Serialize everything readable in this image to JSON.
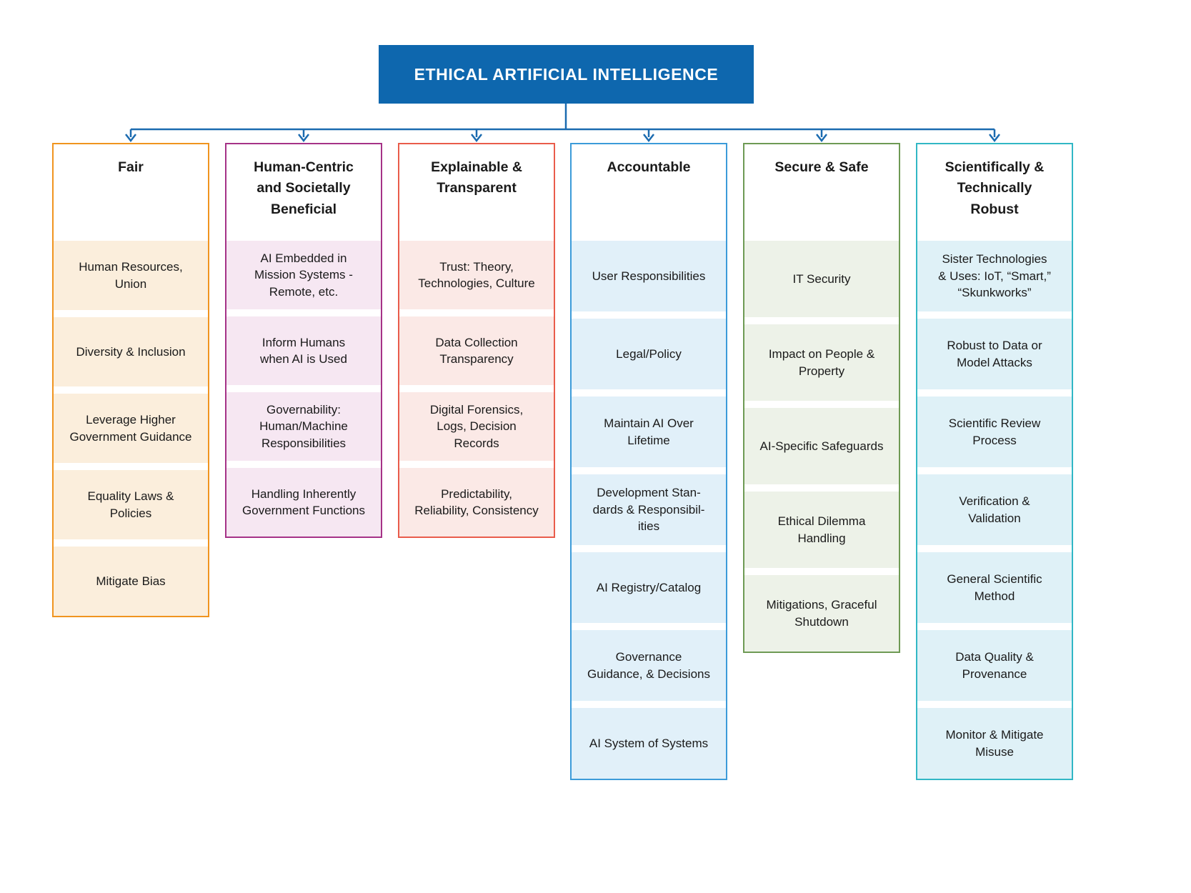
{
  "diagram": {
    "title": "ETHICAL ARTIFICIAL INTELLIGENCE",
    "title_bg": "#0E67AE",
    "connector_color": "#1B6BB0",
    "columns": [
      {
        "header": "Fair",
        "border_color": "#F0941F",
        "fill_color": "#FBEEDC",
        "items": [
          "Human Resources,\nUnion",
          "Diversity & Inclusion",
          "Leverage Higher\nGovernment Guidance",
          "Equality Laws &\nPolicies",
          "Mitigate Bias"
        ]
      },
      {
        "header": "Human-Centric\nand Societally\nBeneficial",
        "border_color": "#A53287",
        "fill_color": "#F6E7F2",
        "items": [
          "AI Embedded in\nMission Systems -\nRemote, etc.",
          "Inform Humans\nwhen AI is Used",
          "Governability:\nHuman/Machine\nResponsibilities",
          "Handling Inherently\nGovernment Functions"
        ]
      },
      {
        "header": "Explainable &\nTransparent",
        "border_color": "#E95C4B",
        "fill_color": "#FBE9E6",
        "items": [
          "Trust: Theory,\nTechnologies, Culture",
          "Data Collection\nTransparency",
          "Digital Forensics,\nLogs, Decision\nRecords",
          "Predictability,\nReliability, Consistency"
        ]
      },
      {
        "header": "Accountable",
        "border_color": "#3C9BD9",
        "fill_color": "#E1F0F9",
        "items": [
          "User Responsibilities",
          "Legal/Policy",
          "Maintain AI Over\nLifetime",
          "Development Stan-\ndards & Responsibil-\nities",
          "AI Registry/Catalog",
          "Governance\nGuidance, & Decisions",
          "AI System of Systems"
        ]
      },
      {
        "header": "Secure & Safe",
        "border_color": "#6E9A54",
        "fill_color": "#EDF2E8",
        "items": [
          "IT Security",
          "Impact on People &\nProperty",
          "AI-Specific Safeguards",
          "Ethical Dilemma\nHandling",
          "Mitigations, Graceful\nShutdown"
        ]
      },
      {
        "header": "Scientifically &\nTechnically\nRobust",
        "border_color": "#31B7C5",
        "fill_color": "#DFF1F7",
        "items": [
          "Sister Technologies\n& Uses: IoT, “Smart,”\n“Skunkworks”",
          "Robust to Data or\nModel Attacks",
          "Scientific Review\nProcess",
          "Verification &\nValidation",
          "General Scientific\nMethod",
          "Data Quality &\nProvenance",
          "Monitor & Mitigate\nMisuse"
        ]
      }
    ]
  }
}
